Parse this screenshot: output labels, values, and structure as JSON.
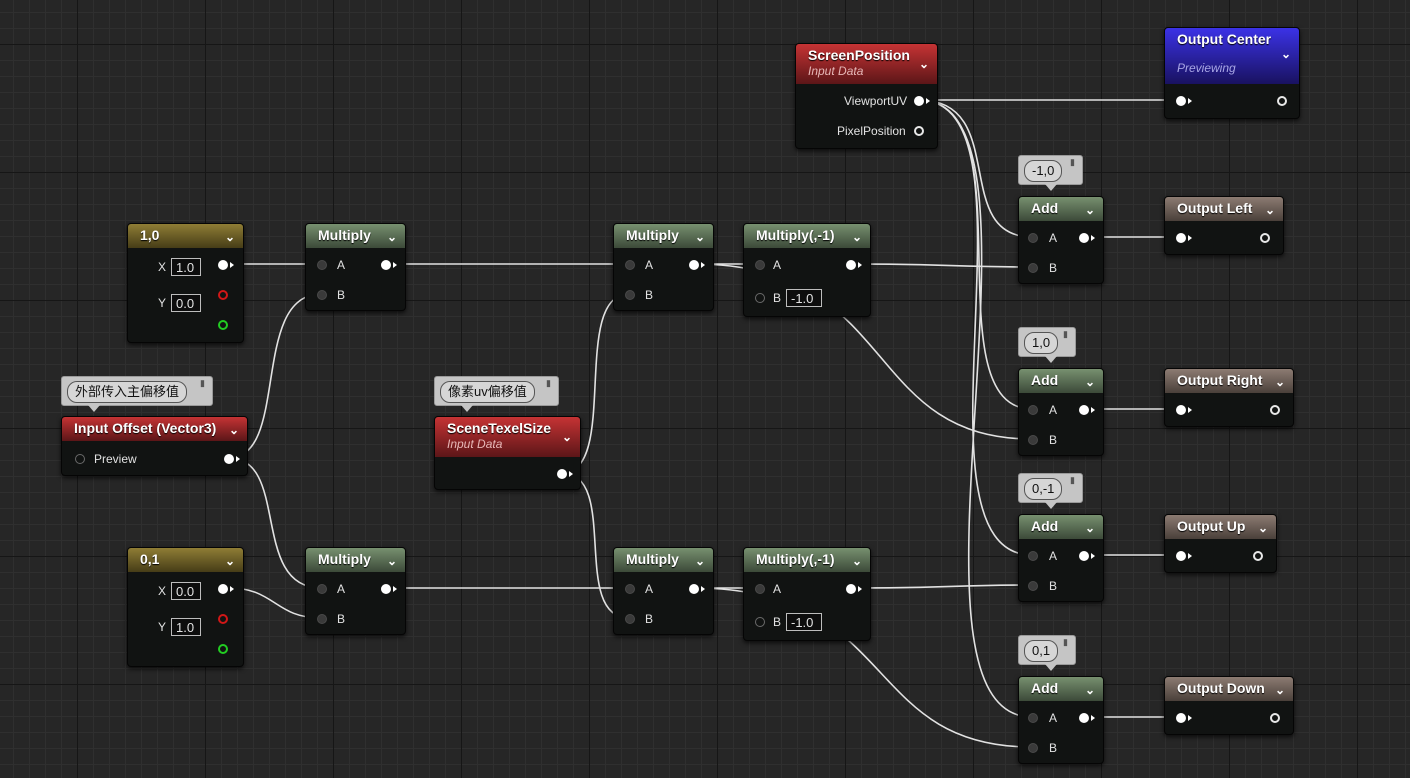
{
  "nodes": {
    "const_1_0": {
      "title": "1,0",
      "x_label": "X",
      "x_value": "1.0",
      "y_label": "Y",
      "y_value": "0.0"
    },
    "const_0_1": {
      "title": "0,1",
      "x_label": "X",
      "x_value": "0.0",
      "y_label": "Y",
      "y_value": "1.0"
    },
    "multiply": {
      "title": "Multiply",
      "pin_a": "A",
      "pin_b": "B"
    },
    "multiply_neg": {
      "title": "Multiply(,-1)",
      "pin_a": "A",
      "pin_b": "B",
      "b_value": "-1.0"
    },
    "input_offset": {
      "title": "Input Offset (Vector3)",
      "pin": "Preview",
      "comment": "外部传入主偏移值"
    },
    "scene_texel": {
      "title": "SceneTexelSize",
      "subtitle": "Input Data",
      "comment": "像素uv偏移值"
    },
    "screen_position": {
      "title": "ScreenPosition",
      "subtitle": "Input Data",
      "pin_1": "ViewportUV",
      "pin_2": "PixelPosition"
    },
    "output_center": {
      "title": "Output Center",
      "subtitle": "Previewing"
    },
    "add": {
      "title": "Add",
      "pin_a": "A",
      "pin_b": "B"
    },
    "add_comments": [
      "-1,0",
      "1,0",
      "0,-1",
      "0,1"
    ],
    "outputs": [
      "Output Left",
      "Output Right",
      "Output Up",
      "Output Down"
    ]
  },
  "icons": {
    "collapse": "chevron-down-icon",
    "comment_pin": "pin-icon"
  },
  "colors": {
    "math": "#5e7858",
    "constant": "#8a7a30",
    "input": "#b72a2b",
    "preview": "#2c22c8",
    "output": "#7f6f66",
    "background": "#262626",
    "wire": "#e8e8e8"
  }
}
